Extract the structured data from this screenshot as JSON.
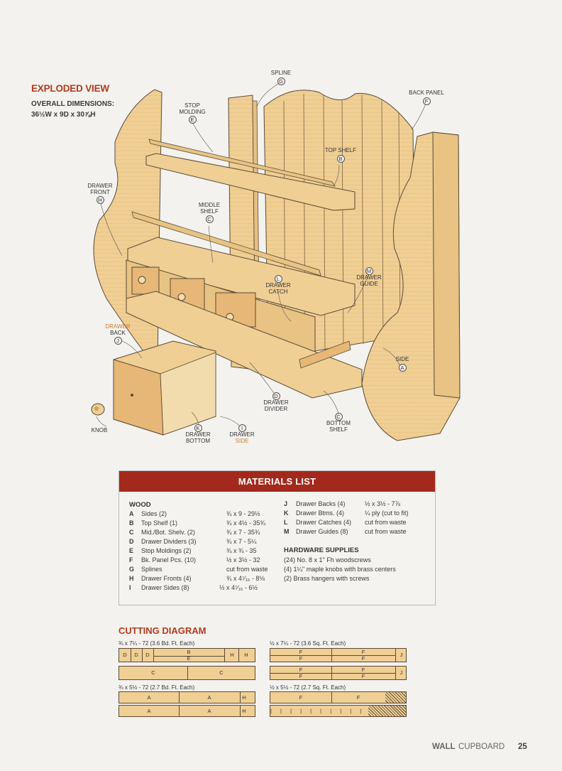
{
  "exploded_view": {
    "title": "EXPLODED VIEW",
    "dimensions_label": "OVERALL DIMENSIONS:",
    "dimensions_value": "36½W x 9D x 30⅞H"
  },
  "callouts": {
    "spline": {
      "label": "SPLINE",
      "letter": "G"
    },
    "back_panel": {
      "label": "BACK PANEL",
      "letter": "F"
    },
    "stop_molding": {
      "label1": "STOP",
      "label2": "MOLDING",
      "letter": "E"
    },
    "top_shelf": {
      "label": "TOP SHELF",
      "letter": "B"
    },
    "drawer_front": {
      "label1": "DRAWER",
      "label2": "FRONT",
      "letter": "H"
    },
    "middle_shelf": {
      "label1": "MIDDLE",
      "label2": "SHELF",
      "letter": "C"
    },
    "drawer_guide": {
      "label1": "DRAWER",
      "label2": "GUIDE",
      "letter": "M"
    },
    "drawer_catch": {
      "label1": "DRAWER",
      "label2": "CATCH",
      "letter": "L"
    },
    "drawer_back": {
      "label1": "DRAWER",
      "label2": "BACK",
      "letter": "J"
    },
    "side": {
      "label": "SIDE",
      "letter": "A"
    },
    "drawer_divider": {
      "label1": "DRAWER",
      "label2": "DIVIDER",
      "letter": "D"
    },
    "bottom_shelf": {
      "label1": "BOTTOM",
      "label2": "SHELF",
      "letter": "C"
    },
    "knob": {
      "label": "KNOB"
    },
    "drawer_bottom": {
      "label1": "DRAWER",
      "label2": "BOTTOM",
      "letter": "K"
    },
    "drawer_side": {
      "label1": "DRAWER",
      "label2": "SIDE",
      "letter": "I"
    }
  },
  "materials_list": {
    "title": "MATERIALS LIST",
    "wood_heading": "WOOD",
    "wood": [
      {
        "key": "A",
        "name": "Sides (2)",
        "dims": "¾ x 9 - 29½"
      },
      {
        "key": "B",
        "name": "Top Shelf (1)",
        "dims": "¾ x 4½ - 35¾"
      },
      {
        "key": "C",
        "name": "Mid./Bot. Shelv. (2)",
        "dims": "¾ x 7 - 35¾"
      },
      {
        "key": "D",
        "name": "Drawer Dividers (3)",
        "dims": "¾ x 7 - 5¼"
      },
      {
        "key": "E",
        "name": "Stop Moldings (2)",
        "dims": "¾ x ¾ - 35"
      },
      {
        "key": "F",
        "name": "Bk. Panel Pcs. (10)",
        "dims": "½ x 3½ - 32"
      },
      {
        "key": "G",
        "name": "Splines",
        "dims": "cut from waste"
      },
      {
        "key": "H",
        "name": "Drawer Fronts (4)",
        "dims": "¾ x 4⁷⁄₁₆ - 8⅛"
      },
      {
        "key": "I",
        "name": "Drawer Sides (8)",
        "dims": "½ x 4⁷⁄₁₆ - 6½"
      }
    ],
    "wood2": [
      {
        "key": "J",
        "name": "Drawer Backs (4)",
        "dims": "½ x 3½ - 7⅞"
      },
      {
        "key": "K",
        "name": "Drawer Btms. (4)",
        "dims": "¼ ply (cut to fit)"
      },
      {
        "key": "L",
        "name": "Drawer Catches (4)",
        "dims": "cut from waste"
      },
      {
        "key": "M",
        "name": "Drawer Guides (8)",
        "dims": "cut from waste"
      }
    ],
    "hardware_heading": "HARDWARE SUPPLIES",
    "hardware": [
      "(24) No. 8 x 1\" Fh woodscrews",
      "(4) 1¼\" maple knobs with brass centers",
      "(2) Brass hangers with screws"
    ]
  },
  "cutting_diagram": {
    "title": "CUTTING DIAGRAM",
    "board1_label": "¾ x 7¼ - 72 (3.6 Bd. Ft. Each)",
    "board2_label": "¾ x 5½ - 72 (2.7 Bd. Ft. Each)",
    "board3_label": "½ x 7¼ - 72 (3.6 Sq. Ft. Each)",
    "board4_label": "½ x 5½ - 72 (2.7 Sq. Ft. Each)",
    "pieces": {
      "D": "D",
      "B": "B",
      "E": "E",
      "H": "H",
      "C": "C",
      "A": "A",
      "F": "F",
      "J": "J",
      "I": "I"
    }
  },
  "footer": {
    "title_bold": "WALL",
    "title_rest": "CUPBOARD",
    "page": "25"
  },
  "colors": {
    "accent": "#b33a1c",
    "banner": "#a3291c",
    "wood": "#f0cf95"
  }
}
